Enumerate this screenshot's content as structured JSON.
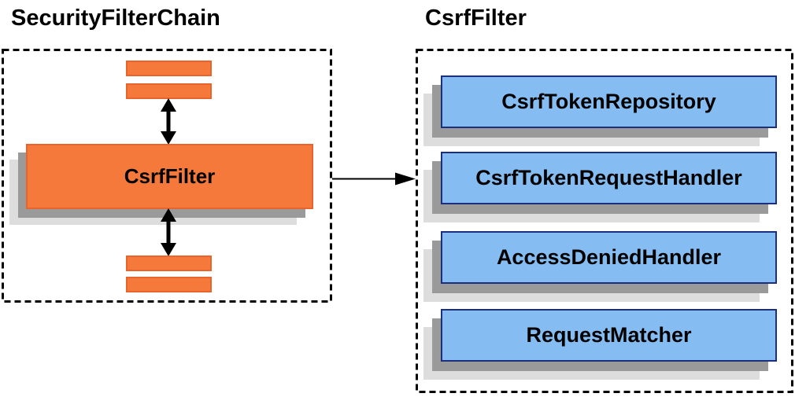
{
  "diagram": {
    "left_panel": {
      "title": "SecurityFilterChain",
      "main_box_label": "CsrfFilter"
    },
    "right_panel": {
      "title": "CsrfFilter",
      "components": [
        "CsrfTokenRepository",
        "CsrfTokenRequestHandler",
        "AccessDeniedHandler",
        "RequestMatcher"
      ]
    },
    "colors": {
      "orange": "#F4793B",
      "orange-border": "#E8642C",
      "blue": "#85BCF2",
      "blue-border": "#1B2F7E",
      "shadow-dark": "#9A9A9A",
      "shadow-light": "#DDDDDD",
      "line": "#000000"
    }
  }
}
